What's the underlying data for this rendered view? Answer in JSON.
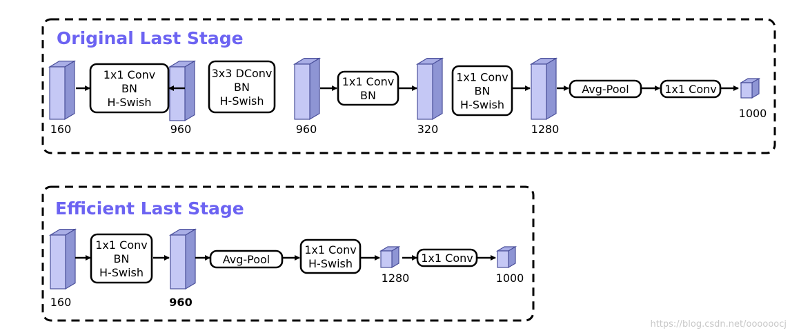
{
  "original": {
    "title": "Original Last Stage",
    "blocks": [
      {
        "lines": [
          "1x1 Conv",
          "BN",
          "H-Swish"
        ]
      },
      {
        "lines": [
          "3x3 DConv",
          "BN",
          "H-Swish"
        ]
      },
      {
        "lines": [
          "1x1 Conv",
          "BN"
        ]
      },
      {
        "lines": [
          "1x1 Conv",
          "BN",
          "H-Swish"
        ]
      },
      {
        "lines": [
          "Avg-Pool"
        ]
      },
      {
        "lines": [
          "1x1 Conv"
        ]
      }
    ],
    "tensors": [
      "160",
      "960",
      "960",
      "320",
      "1280",
      "1000"
    ]
  },
  "efficient": {
    "title": "Efficient Last Stage",
    "blocks": [
      {
        "lines": [
          "1x1 Conv",
          "BN",
          "H-Swish"
        ]
      },
      {
        "lines": [
          "Avg-Pool"
        ]
      },
      {
        "lines": [
          "1x1 Conv",
          "H-Swish"
        ]
      },
      {
        "lines": [
          "1x1 Conv"
        ]
      }
    ],
    "tensors": [
      "160",
      "960",
      "1280",
      "1000"
    ]
  },
  "watermark": "https://blog.csdn.net/oooooocj",
  "colors": {
    "title": "#6c63f2",
    "tensor_front": "#c5c8f5",
    "tensor_side": "#8e95d4",
    "tensor_top": "#a9aee6",
    "tensor_stroke": "#4a4f9a",
    "block_stroke": "#000000"
  }
}
